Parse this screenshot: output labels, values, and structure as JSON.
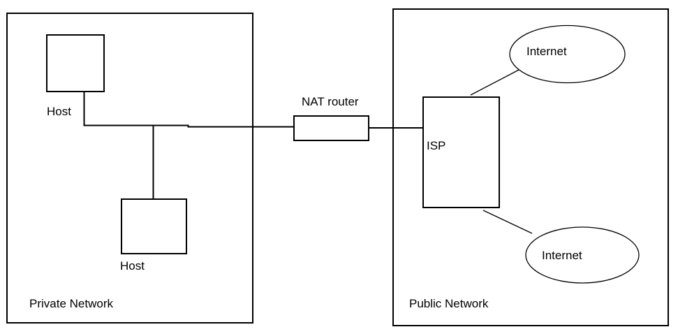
{
  "diagram": {
    "colors": {
      "background": "#ffffff",
      "stroke": "#000000",
      "text": "#000000"
    },
    "private_network": {
      "label": "Private Network",
      "hosts": [
        {
          "label": "Host"
        },
        {
          "label": "Host"
        }
      ]
    },
    "nat_router": {
      "label": "NAT router"
    },
    "public_network": {
      "label": "Public Network",
      "isp": {
        "label": "ISP"
      },
      "internet_clouds": [
        {
          "label": "Internet"
        },
        {
          "label": "Internet"
        }
      ]
    }
  }
}
